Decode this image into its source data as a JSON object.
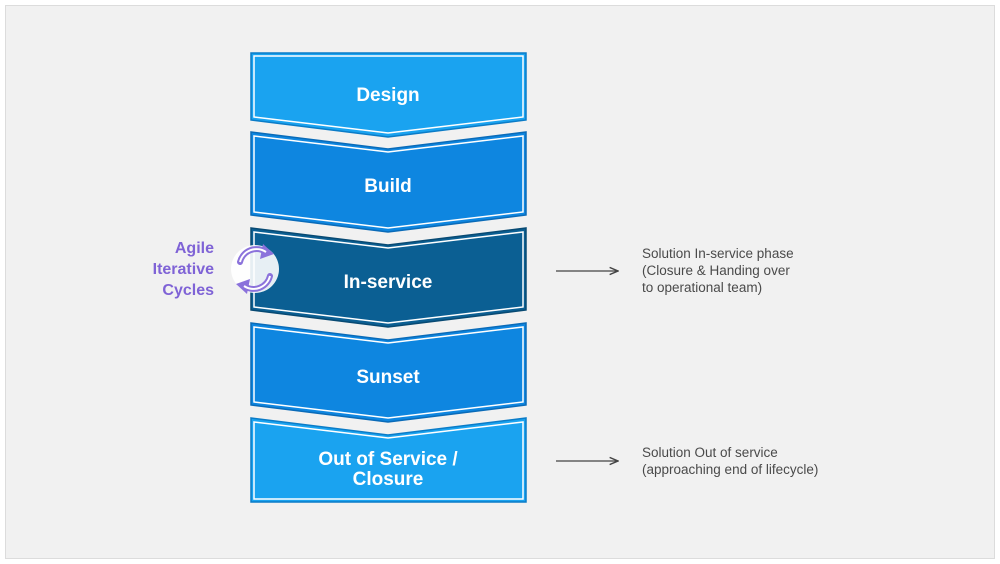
{
  "phases": [
    {
      "label": "Design",
      "color": "#1aa3f0"
    },
    {
      "label": "Build",
      "color": "#0e86e0"
    },
    {
      "label": "In-service",
      "color": "#0b5f93"
    },
    {
      "label": "Sunset",
      "color": "#0e86e0"
    },
    {
      "label": "Out of Service /",
      "label2": "Closure",
      "color": "#1aa3f0"
    }
  ],
  "agile": {
    "line1": "Agile",
    "line2": "Iterative",
    "line3": "Cycles",
    "color": "#7f63d6",
    "icon": "cycle-arrows-icon"
  },
  "notes": [
    {
      "line1": "Solution In-service phase",
      "line2": "(Closure & Handing over",
      "line3": "to operational team)",
      "icon": "arrow-right-icon"
    },
    {
      "line1": "Solution Out of service",
      "line2": "(approaching end of lifecycle)",
      "icon": "arrow-right-icon"
    }
  ]
}
